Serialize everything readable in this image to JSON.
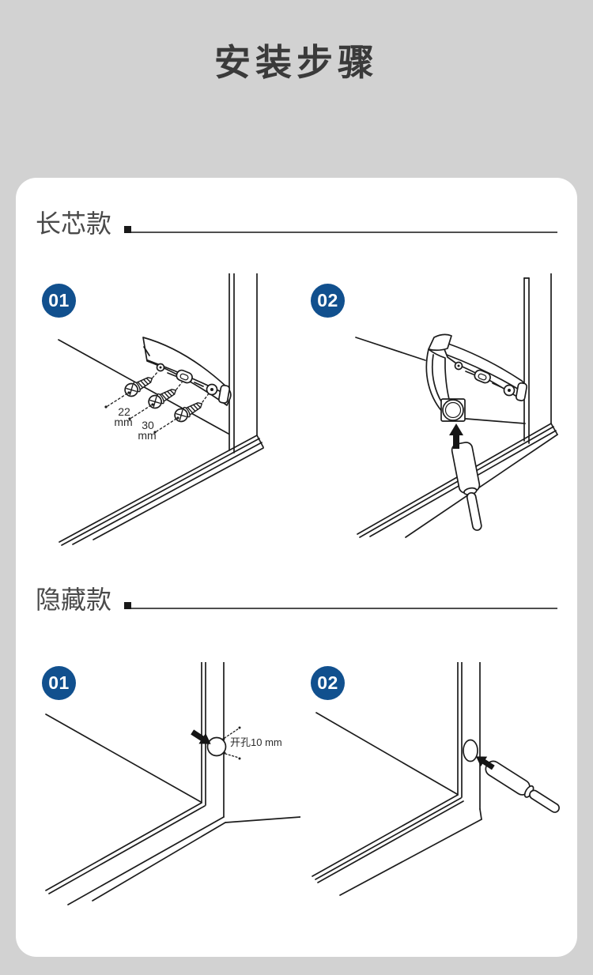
{
  "page": {
    "title": "安装步骤",
    "colors": {
      "background": "#d2d2d2",
      "card": "#ffffff",
      "badge_blue": "#11508e",
      "line_art": "#1c1c1c",
      "heading": "#3a3a3a"
    }
  },
  "sections": [
    {
      "name": "长芯款",
      "steps": [
        {
          "number": "01",
          "annotations": {
            "dim1_value": "22",
            "dim1_unit": "mm",
            "dim2_value": "30",
            "dim2_unit": "mm"
          }
        },
        {
          "number": "02"
        }
      ]
    },
    {
      "name": "隐藏款",
      "steps": [
        {
          "number": "01",
          "annotations": {
            "hole_label": "开孔10 mm"
          }
        },
        {
          "number": "02"
        }
      ]
    }
  ]
}
